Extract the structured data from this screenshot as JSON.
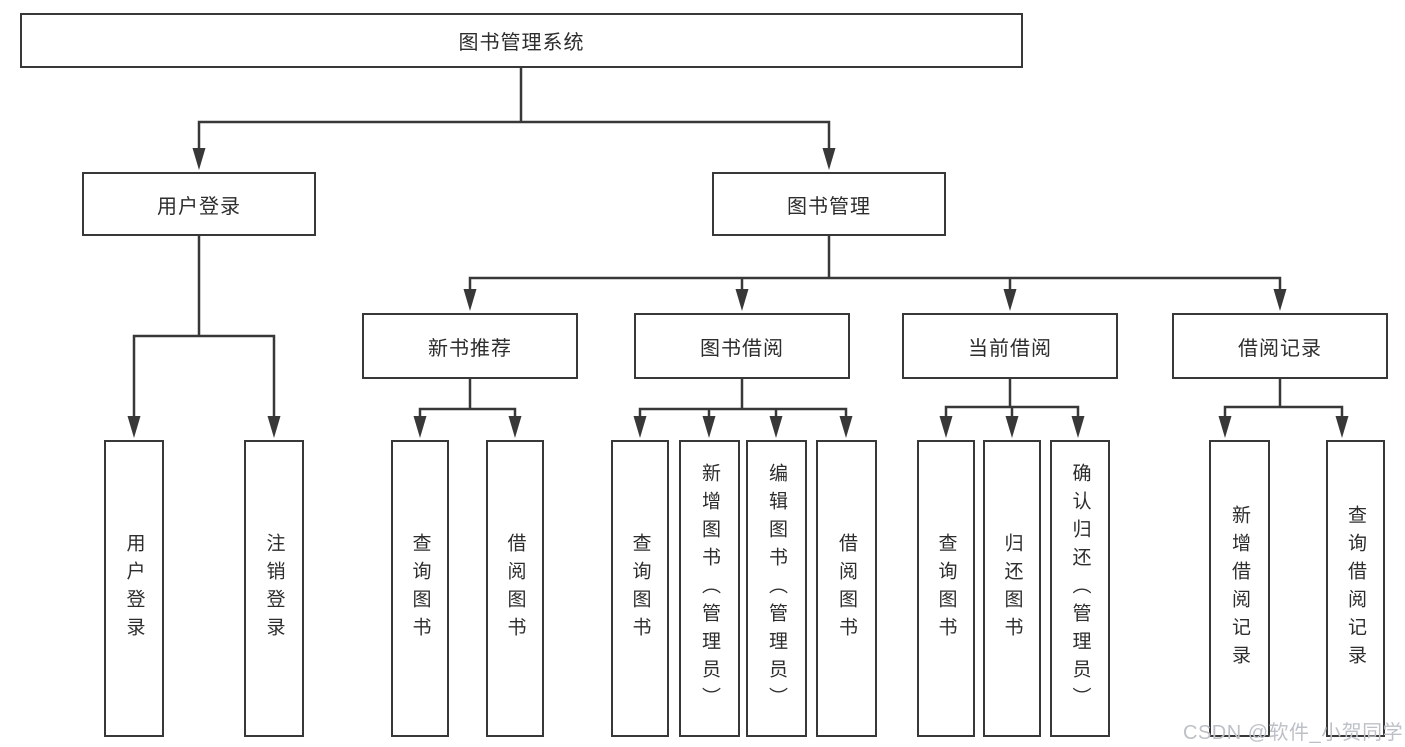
{
  "diagram_title": "图书管理系统",
  "colors": {
    "line": "#383838",
    "box_border": "#383838",
    "text": "#2d2d2d",
    "background": "#ffffff",
    "watermark": "#bdc1c7"
  },
  "nodes": {
    "root": {
      "label": "图书管理系统"
    },
    "level2": [
      {
        "label": "用户登录"
      },
      {
        "label": "图书管理"
      }
    ],
    "level3": [
      {
        "label": "新书推荐"
      },
      {
        "label": "图书借阅"
      },
      {
        "label": "当前借阅"
      },
      {
        "label": "借阅记录"
      }
    ],
    "leaves": [
      {
        "label": "用户登录"
      },
      {
        "label": "注销登录"
      },
      {
        "label": "查询图书"
      },
      {
        "label": "借阅图书"
      },
      {
        "label": "查询图书"
      },
      {
        "label": "新增图书（管理员）"
      },
      {
        "label": "编辑图书（管理员）"
      },
      {
        "label": "借阅图书"
      },
      {
        "label": "查询图书"
      },
      {
        "label": "归还图书"
      },
      {
        "label": "确认归还（管理员）"
      },
      {
        "label": "新增借阅记录"
      },
      {
        "label": "查询借阅记录"
      }
    ]
  },
  "edges": [
    {
      "from": "图书管理系统",
      "to": "用户登录"
    },
    {
      "from": "图书管理系统",
      "to": "图书管理"
    },
    {
      "from": "用户登录",
      "to": "用户登录"
    },
    {
      "from": "用户登录",
      "to": "注销登录"
    },
    {
      "from": "图书管理",
      "to": "新书推荐"
    },
    {
      "from": "图书管理",
      "to": "图书借阅"
    },
    {
      "from": "图书管理",
      "to": "当前借阅"
    },
    {
      "from": "图书管理",
      "to": "借阅记录"
    },
    {
      "from": "新书推荐",
      "to": "查询图书"
    },
    {
      "from": "新书推荐",
      "to": "借阅图书"
    },
    {
      "from": "图书借阅",
      "to": "查询图书"
    },
    {
      "from": "图书借阅",
      "to": "新增图书（管理员）"
    },
    {
      "from": "图书借阅",
      "to": "编辑图书（管理员）"
    },
    {
      "from": "图书借阅",
      "to": "借阅图书"
    },
    {
      "from": "当前借阅",
      "to": "查询图书"
    },
    {
      "from": "当前借阅",
      "to": "归还图书"
    },
    {
      "from": "当前借阅",
      "to": "确认归还（管理员）"
    },
    {
      "from": "借阅记录",
      "to": "新增借阅记录"
    },
    {
      "from": "借阅记录",
      "to": "查询借阅记录"
    }
  ],
  "watermark": {
    "text": "CSDN @软件_小贺同学"
  }
}
